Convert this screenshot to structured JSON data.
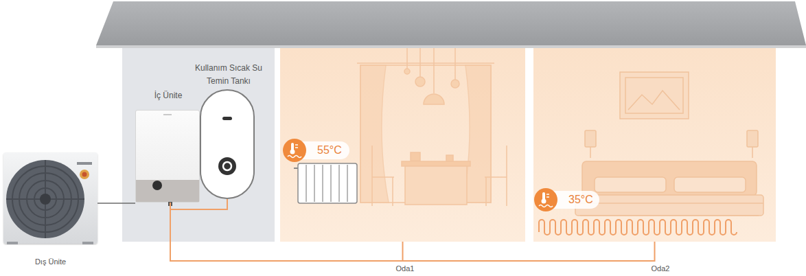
{
  "diagram": {
    "nodes": [
      {
        "text": [
          "Dış Ünite"
        ]
      },
      {
        "text": [
          "İç Ünite"
        ]
      },
      {
        "text": [
          "Kullanım Sıcak Su Temin Tankı"
        ]
      },
      {
        "text": [
          "Oda1"
        ]
      },
      {
        "text": [
          "Oda2"
        ]
      },
      {
        "text": [
          "55°C"
        ],
        "in": 3
      },
      {
        "text": [
          "35°C"
        ],
        "in": 4
      }
    ],
    "edges": [
      {
        "from": 0,
        "to": 1,
        "arrow": "none"
      },
      {
        "from": 1,
        "to": 2,
        "arrow": "none"
      },
      {
        "from": 1,
        "to": 3,
        "arrow": "none"
      },
      {
        "from": 1,
        "to": 4,
        "arrow": "none"
      }
    ]
  }
}
